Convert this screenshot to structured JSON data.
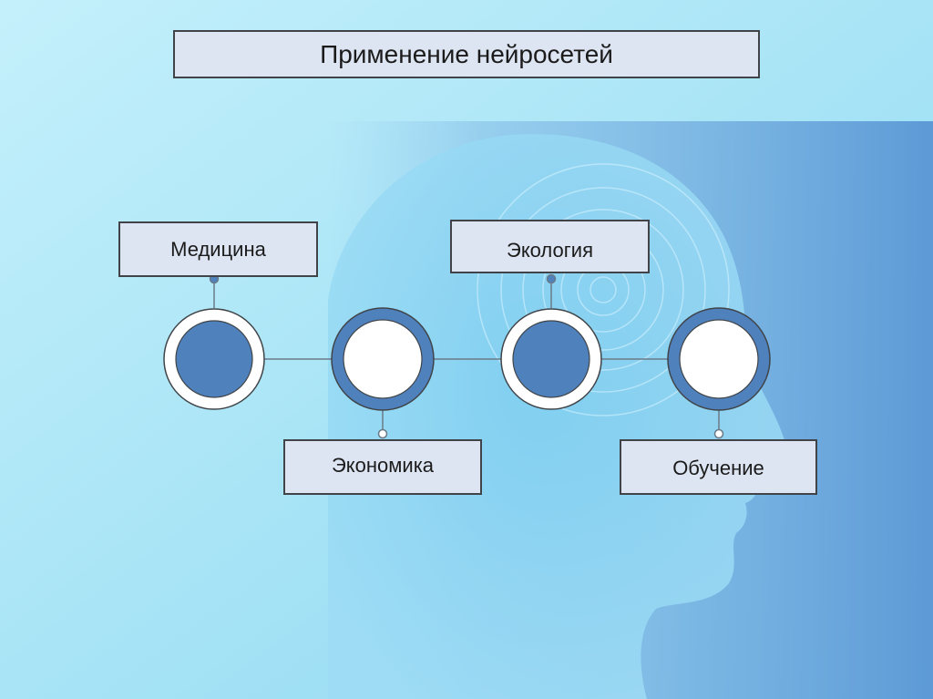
{
  "title": "Применение нейросетей",
  "nodes": [
    {
      "label": "Медицина",
      "style": "filled",
      "label_position": "above"
    },
    {
      "label": "Экономика",
      "style": "hollow",
      "label_position": "below"
    },
    {
      "label": "Экология",
      "style": "filled",
      "label_position": "above"
    },
    {
      "label": "Обучение",
      "style": "hollow",
      "label_position": "below"
    }
  ],
  "colors": {
    "node_blue": "#4f81bd",
    "node_white": "#ffffff",
    "box_fill": "#dde5f2",
    "box_border": "#404448",
    "connector": "#6a7a88",
    "bg_light": "#bdeef8",
    "bg_panel": "#6aa6dd"
  }
}
